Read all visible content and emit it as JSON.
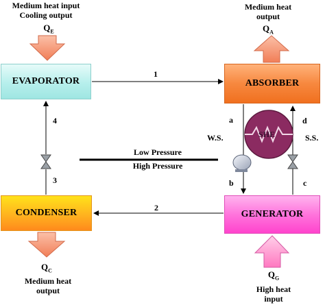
{
  "components": {
    "evaporator": "EVAPORATOR",
    "absorber": "ABSORBER",
    "condenser": "CONDENSER",
    "generator": "GENERATOR",
    "she": "SHE"
  },
  "heat_flows": {
    "evaporator_input": [
      "Medium heat input",
      "Cooling output"
    ],
    "absorber_output": [
      "Medium heat",
      "output"
    ],
    "condenser_output": [
      "Medium heat",
      "output"
    ],
    "generator_input": [
      "High heat",
      "input"
    ]
  },
  "heat_symbols": {
    "qe_main": "Q",
    "qe_sub": "E",
    "qa_main": "Q",
    "qa_sub": "A",
    "qc_main": "Q",
    "qc_sub": "C",
    "qg_main": "Q",
    "qg_sub": "G"
  },
  "streams": {
    "s1": "1",
    "s2": "2",
    "s3": "3",
    "s4": "4",
    "a": "a",
    "b": "b",
    "c": "c",
    "d": "d"
  },
  "solutions": {
    "weak": "W.S.",
    "strong": "S.S."
  },
  "pressure": {
    "low": "Low Pressure",
    "high": "High Pressure"
  },
  "colors": {
    "evaporator": "#b6efec",
    "absorber": "#f7883f",
    "condenser": "#ffb31f",
    "generator": "#ff74dc",
    "she": "#8e2a63",
    "heat_arrow_out": "#f59a77",
    "heat_arrow_in": "#ff99cc"
  }
}
